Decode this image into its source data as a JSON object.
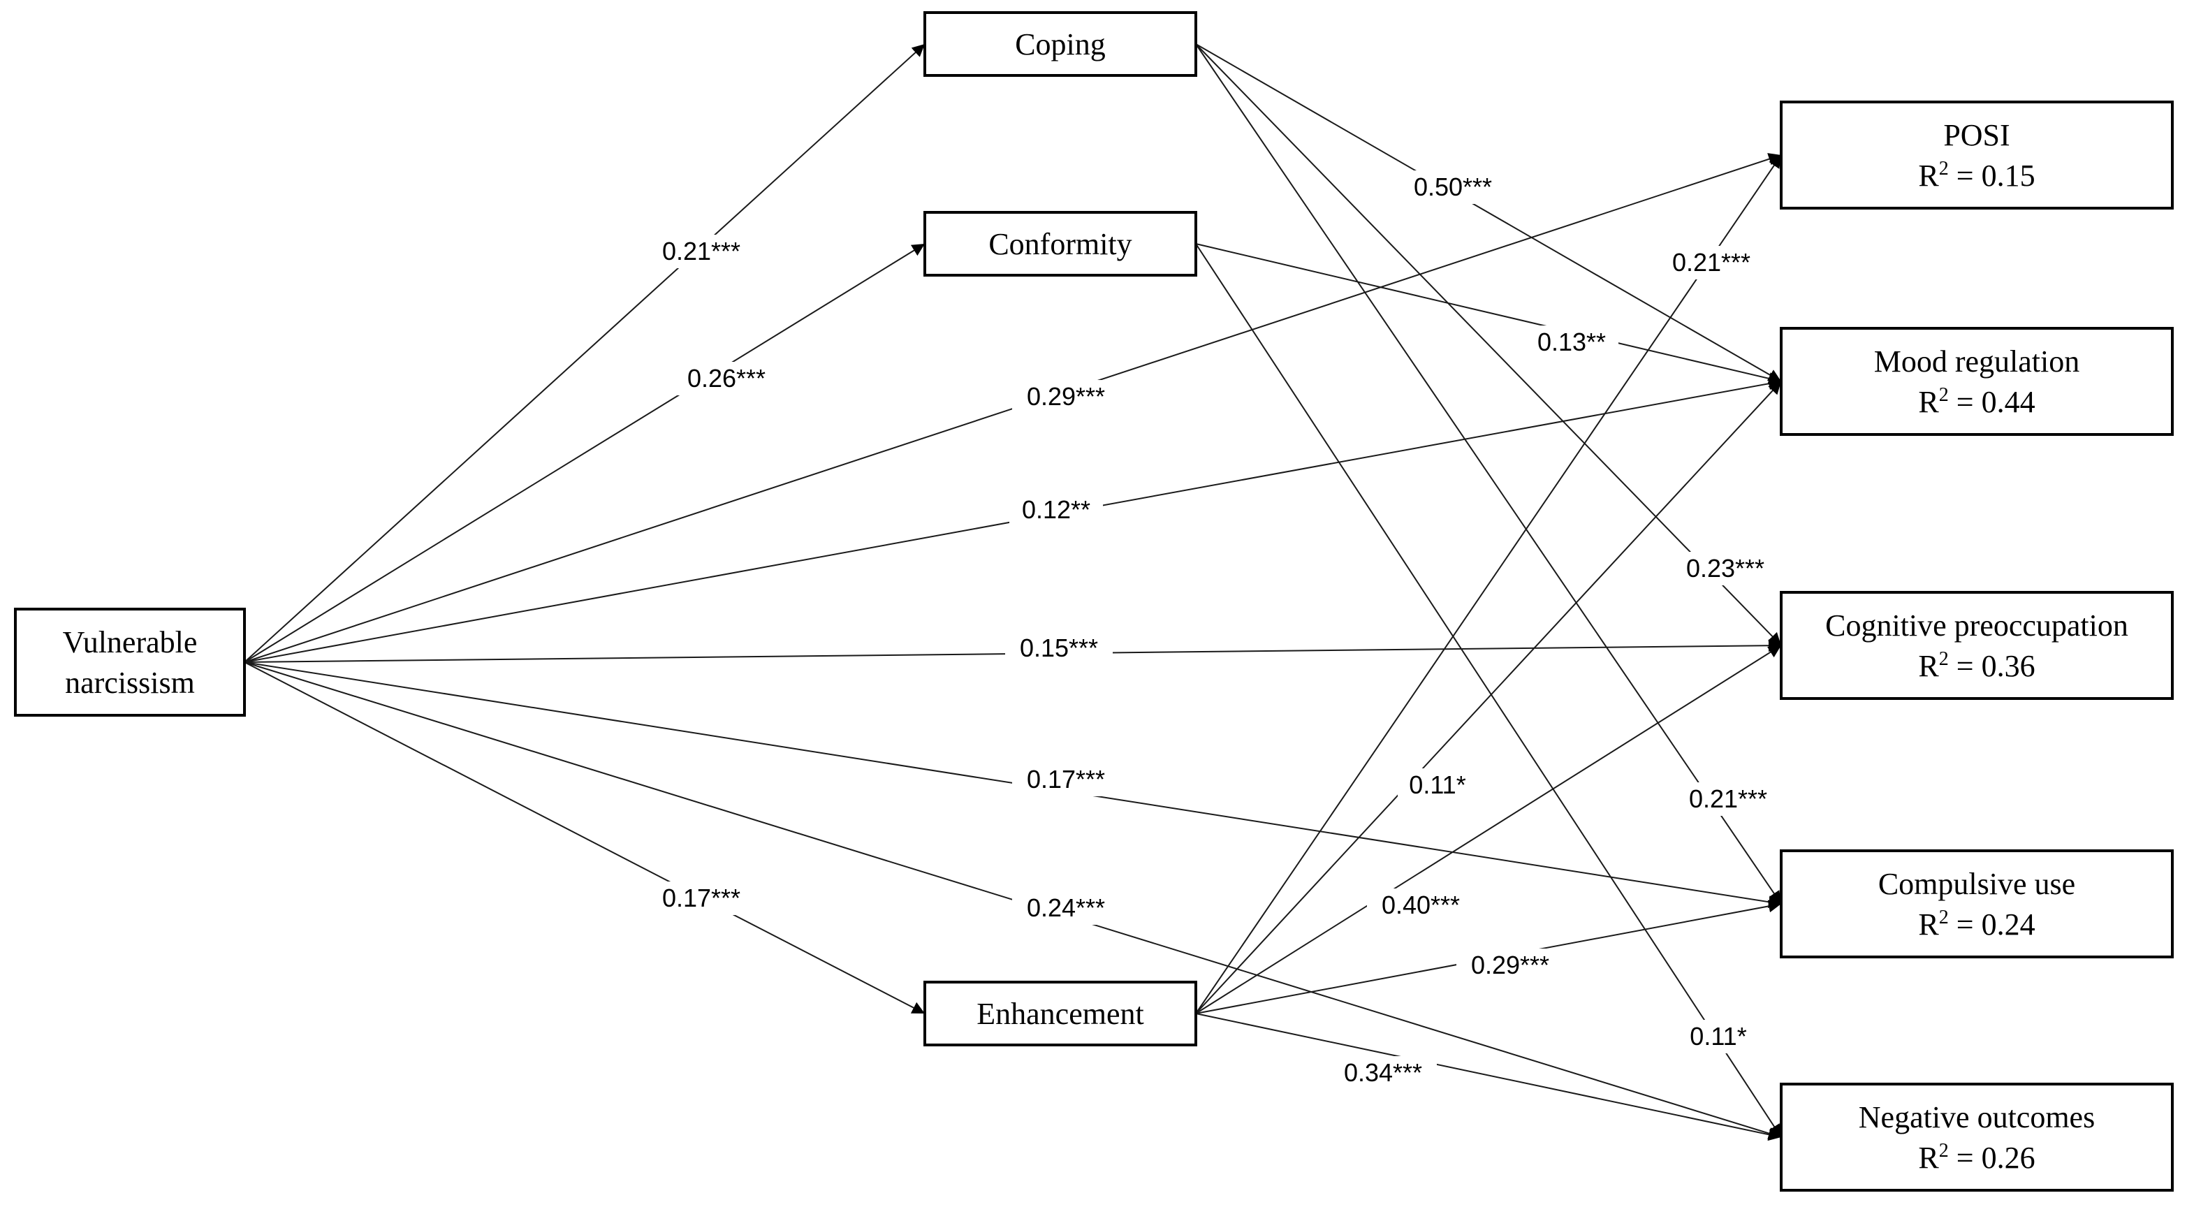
{
  "diagram": {
    "nodes": [
      {
        "id": "vn",
        "lines": [
          "Vulnerable",
          "narcissism"
        ],
        "r2": ""
      },
      {
        "id": "cop",
        "lines": [
          "Coping"
        ],
        "r2": ""
      },
      {
        "id": "conf",
        "lines": [
          "Conformity"
        ],
        "r2": ""
      },
      {
        "id": "enh",
        "lines": [
          "Enhancement"
        ],
        "r2": ""
      },
      {
        "id": "posi",
        "lines": [
          "POSI"
        ],
        "r2": "0.15"
      },
      {
        "id": "mood",
        "lines": [
          "Mood regulation"
        ],
        "r2": "0.44"
      },
      {
        "id": "cog",
        "lines": [
          "Cognitive preoccupation"
        ],
        "r2": "0.36"
      },
      {
        "id": "comp",
        "lines": [
          "Compulsive use"
        ],
        "r2": "0.24"
      },
      {
        "id": "neg",
        "lines": [
          "Negative outcomes"
        ],
        "r2": "0.26"
      }
    ],
    "r2_symbol": "R",
    "r2_superscript": "2",
    "r2_equals": " = ",
    "edges": [
      {
        "from": "vn",
        "to": "cop",
        "label": "0.21***"
      },
      {
        "from": "vn",
        "to": "conf",
        "label": "0.26***"
      },
      {
        "from": "vn",
        "to": "posi",
        "label": "0.29***"
      },
      {
        "from": "vn",
        "to": "mood",
        "label": "0.12**"
      },
      {
        "from": "vn",
        "to": "cog",
        "label": "0.15***"
      },
      {
        "from": "vn",
        "to": "comp",
        "label": "0.17***"
      },
      {
        "from": "vn",
        "to": "neg",
        "label": "0.24***"
      },
      {
        "from": "vn",
        "to": "enh",
        "label": "0.17***"
      },
      {
        "from": "cop",
        "to": "mood",
        "label": "0.50***"
      },
      {
        "from": "cop",
        "to": "cog",
        "label": "0.23***"
      },
      {
        "from": "cop",
        "to": "comp",
        "label": "0.21***"
      },
      {
        "from": "conf",
        "to": "mood",
        "label": "0.13**"
      },
      {
        "from": "conf",
        "to": "neg",
        "label": "0.11*"
      },
      {
        "from": "enh",
        "to": "posi",
        "label": "0.21***"
      },
      {
        "from": "enh",
        "to": "mood",
        "label": "0.11*"
      },
      {
        "from": "enh",
        "to": "cog",
        "label": "0.40***"
      },
      {
        "from": "enh",
        "to": "comp",
        "label": "0.29***"
      },
      {
        "from": "enh",
        "to": "neg",
        "label": "0.34***"
      }
    ]
  }
}
